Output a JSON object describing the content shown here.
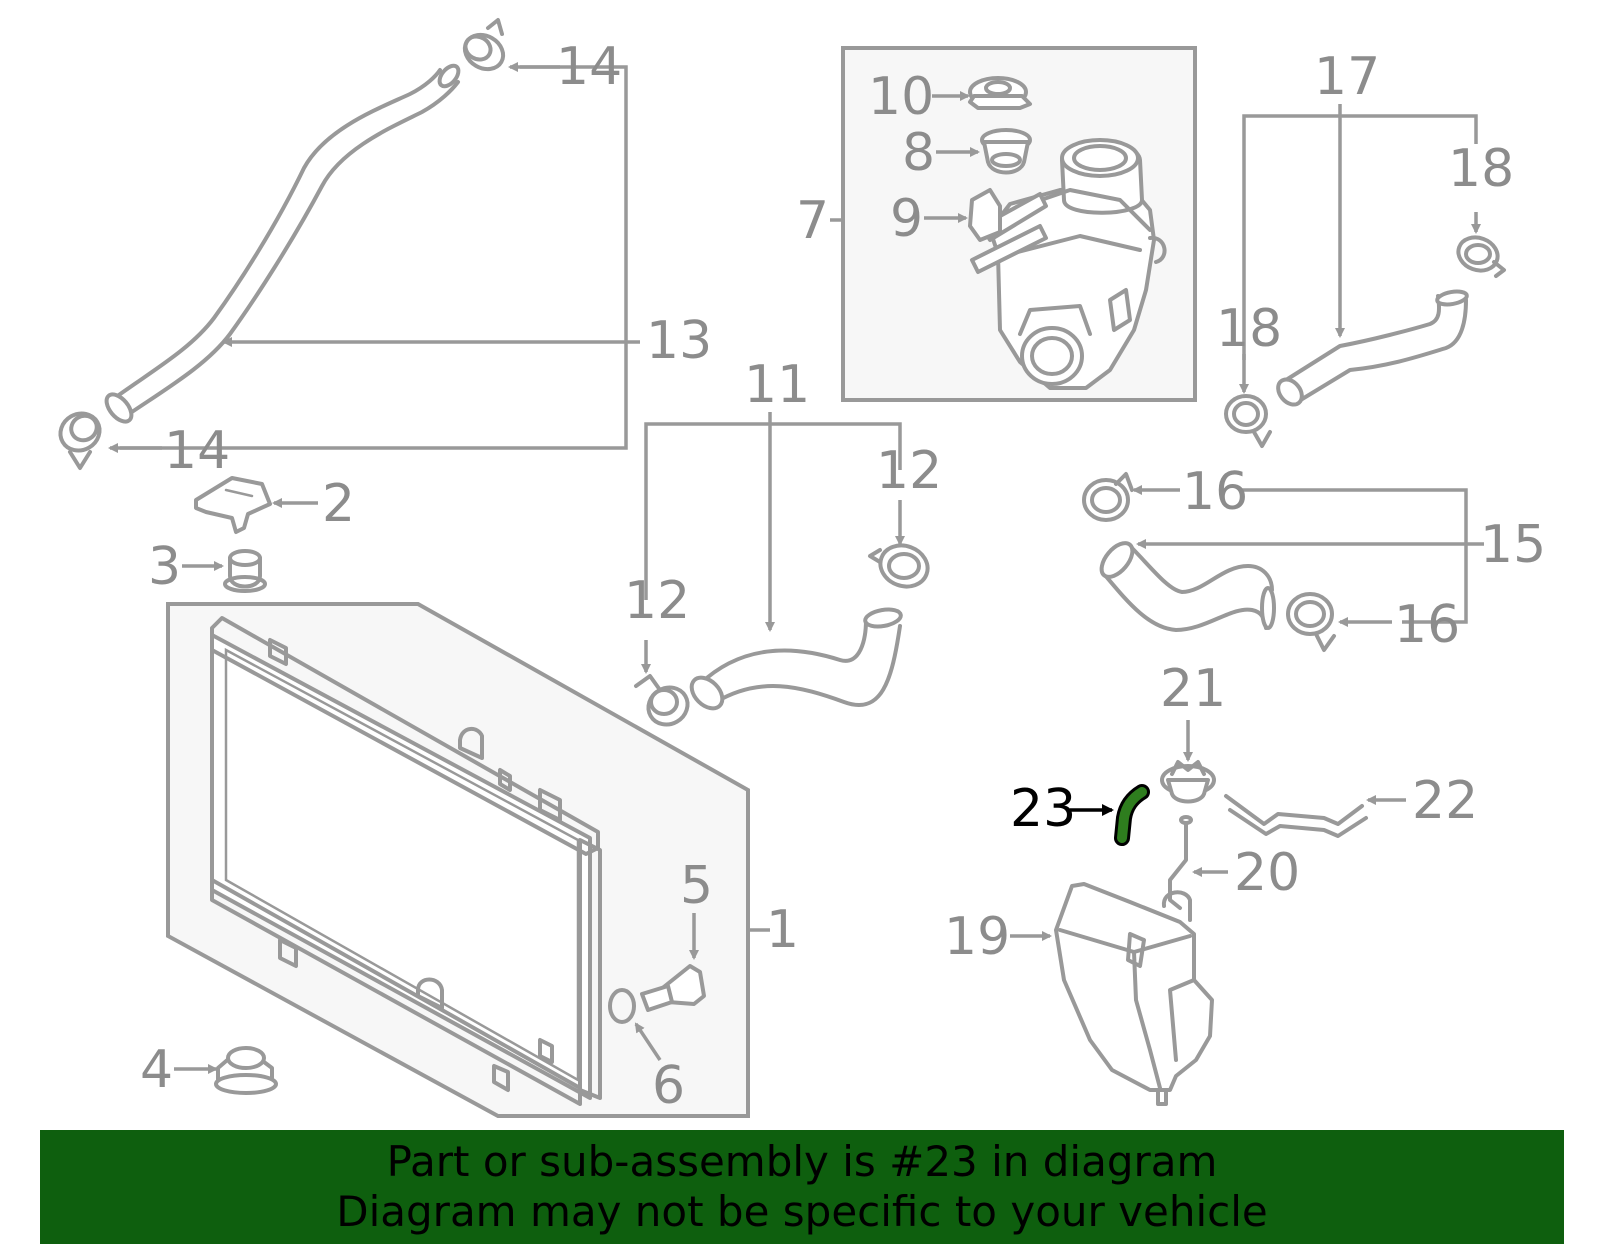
{
  "colors": {
    "line": "#999999",
    "highlight": "#2e7d1e",
    "banner": "#0e5f0e",
    "box_fill": "#f7f7f7"
  },
  "callouts": {
    "c1": "1",
    "c2": "2",
    "c3": "3",
    "c4": "4",
    "c5": "5",
    "c6": "6",
    "c7": "7",
    "c8": "8",
    "c9": "9",
    "c10": "10",
    "c11": "11",
    "c12a": "12",
    "c12b": "12",
    "c13": "13",
    "c14a": "14",
    "c14b": "14",
    "c15": "15",
    "c16a": "16",
    "c16b": "16",
    "c17": "17",
    "c18a": "18",
    "c18b": "18",
    "c19": "19",
    "c20": "20",
    "c21": "21",
    "c22": "22",
    "c23": "23"
  },
  "banner": {
    "line1": "Part or sub-assembly is #23 in diagram",
    "line2": "Diagram may not be specific to your vehicle"
  }
}
